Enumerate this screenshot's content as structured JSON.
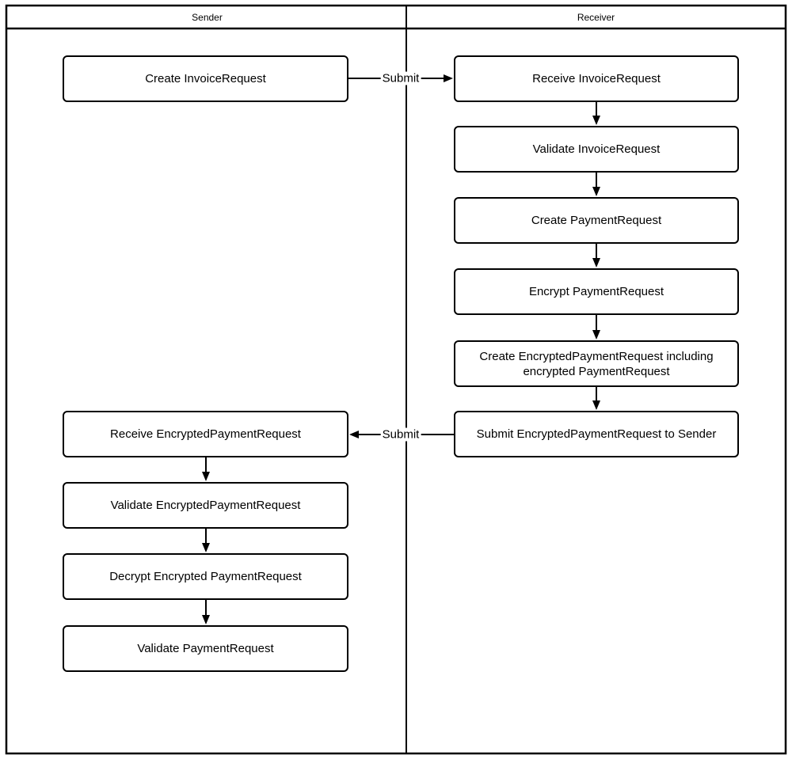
{
  "diagram": {
    "type": "swimlane-flowchart",
    "colors": {
      "line": "#000000",
      "background": "#ffffff",
      "node_fill": "#ffffff"
    },
    "lanes": [
      {
        "name": "Sender",
        "boxes": [
          "Create InvoiceRequest",
          "Receive EncryptedPaymentRequest",
          "Validate EncryptedPaymentRequest",
          "Decrypt Encrypted PaymentRequest",
          "Validate PaymentRequest"
        ]
      },
      {
        "name": "Receiver",
        "boxes": [
          "Receive InvoiceRequest",
          "Validate InvoiceRequest",
          "Create PaymentRequest",
          "Encrypt PaymentRequest",
          "Create EncryptedPaymentRequest including encrypted PaymentRequest",
          "Submit EncryptedPaymentRequest to Sender"
        ]
      }
    ],
    "edges": [
      {
        "from": "Create InvoiceRequest",
        "to": "Receive InvoiceRequest",
        "label": "Submit",
        "direction": "right"
      },
      {
        "from": "Receive InvoiceRequest",
        "to": "Validate InvoiceRequest",
        "label": "",
        "direction": "down"
      },
      {
        "from": "Validate InvoiceRequest",
        "to": "Create PaymentRequest",
        "label": "",
        "direction": "down"
      },
      {
        "from": "Create PaymentRequest",
        "to": "Encrypt PaymentRequest",
        "label": "",
        "direction": "down"
      },
      {
        "from": "Encrypt PaymentRequest",
        "to": "Create EncryptedPaymentRequest including encrypted PaymentRequest",
        "label": "",
        "direction": "down"
      },
      {
        "from": "Create EncryptedPaymentRequest including encrypted PaymentRequest",
        "to": "Submit EncryptedPaymentRequest to Sender",
        "label": "",
        "direction": "down"
      },
      {
        "from": "Submit EncryptedPaymentRequest to Sender",
        "to": "Receive EncryptedPaymentRequest",
        "label": "Submit",
        "direction": "left"
      },
      {
        "from": "Receive EncryptedPaymentRequest",
        "to": "Validate EncryptedPaymentRequest",
        "label": "",
        "direction": "down"
      },
      {
        "from": "Validate EncryptedPaymentRequest",
        "to": "Decrypt Encrypted PaymentRequest",
        "label": "",
        "direction": "down"
      },
      {
        "from": "Decrypt Encrypted PaymentRequest",
        "to": "Validate PaymentRequest",
        "label": "",
        "direction": "down"
      }
    ]
  }
}
